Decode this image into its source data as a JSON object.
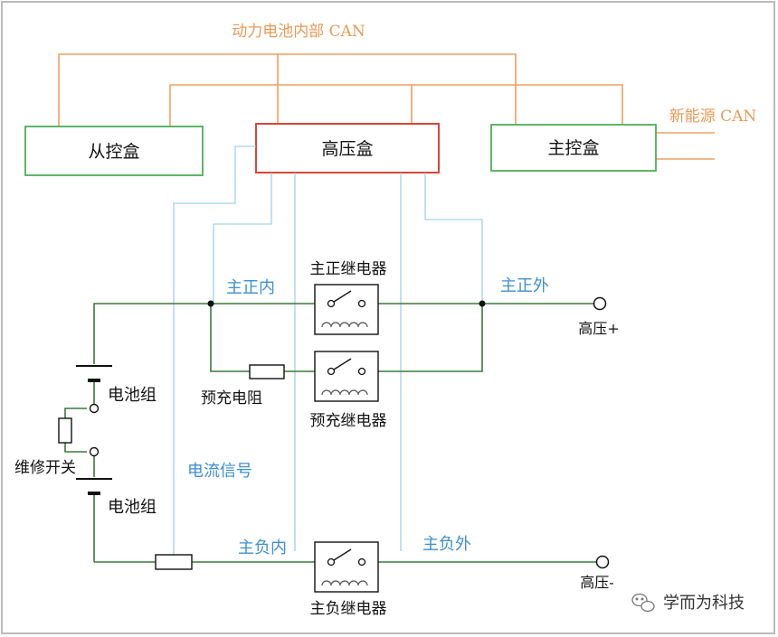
{
  "can_bus": {
    "internal_label": "动力电池内部 CAN",
    "external_label": "新能源 CAN"
  },
  "boxes": {
    "slave": "从控盒",
    "hv": "高压盒",
    "master": "主控盒"
  },
  "labels": {
    "main_pos_in": "主正内",
    "main_pos_out": "主正外",
    "main_neg_in": "主负内",
    "main_neg_out": "主负外",
    "hv_plus": "高压+",
    "hv_minus": "高压-",
    "battery_top": "电池组",
    "battery_bottom": "电池组",
    "service_switch": "维修开关",
    "current_signal": "电流信号",
    "precharge_resistor": "预充电阻"
  },
  "relays": {
    "main_pos": "主正继电器",
    "precharge": "预充继电器",
    "main_neg": "主负继电器"
  },
  "watermark": "学而为科技",
  "colors": {
    "can_line": "#f0a060",
    "can_text": "#e89a55",
    "slave_box": "#4cae5a",
    "hv_box": "#d9453a",
    "master_box": "#4cae5a",
    "signal_line": "#8ec8e8",
    "signal_text": "#3d8fd0",
    "wire": "#3a7a3a",
    "text": "#111111"
  }
}
